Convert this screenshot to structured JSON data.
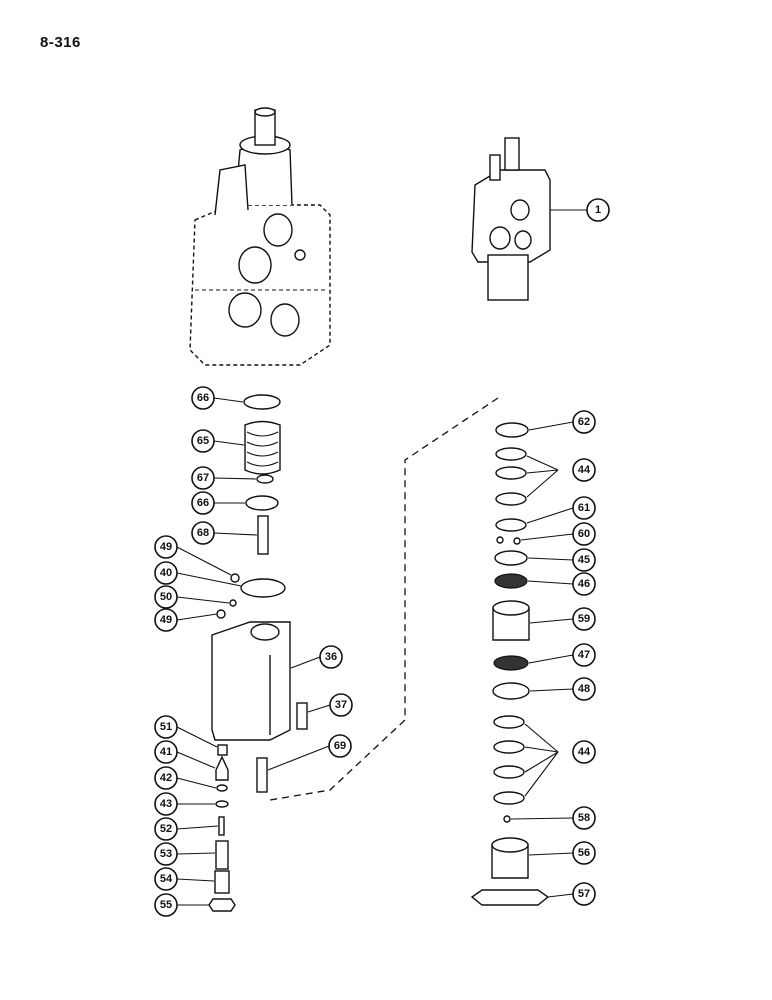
{
  "page_number": "8-316",
  "callouts": {
    "c1": "1",
    "c66a": "66",
    "c65": "65",
    "c67": "67",
    "c66b": "66",
    "c68": "68",
    "c49a": "49",
    "c40": "40",
    "c50": "50",
    "c49b": "49",
    "c36": "36",
    "c37": "37",
    "c51": "51",
    "c41": "41",
    "c69": "69",
    "c42": "42",
    "c43": "43",
    "c52": "52",
    "c53": "53",
    "c54": "54",
    "c55": "55",
    "c62": "62",
    "c44a": "44",
    "c61": "61",
    "c60": "60",
    "c45": "45",
    "c46": "46",
    "c59": "59",
    "c47": "47",
    "c48": "48",
    "c44b": "44",
    "c58": "58",
    "c56": "56",
    "c57": "57"
  }
}
